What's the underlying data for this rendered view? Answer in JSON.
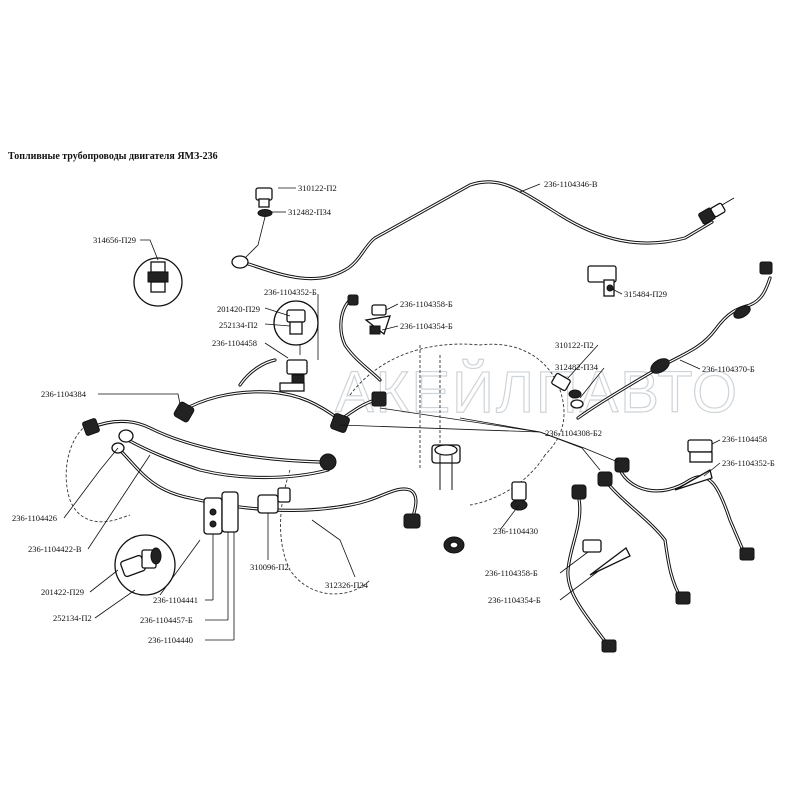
{
  "title": "Топливные трубопроводы двигателя ЯМЗ-236",
  "watermark": "АКЕЙЛПАВТО",
  "labels": {
    "l_310122_top": "310122-П2",
    "l_312482_top": "312482-П34",
    "l_1104346": "236-1104346-В",
    "l_314656": "314656-П29",
    "l_1104352_mid": "236-1104352-Б",
    "l_201420": "201420-П29",
    "l_252134_top": "252134-П2",
    "l_1104358_mid": "236-1104358-Б",
    "l_1104354_mid": "236-1104354-Б",
    "l_1104458_left": "236-1104458",
    "l_315484": "315484-П29",
    "l_310122_right": "310122-П2",
    "l_312482_right": "312482-П34",
    "l_1104370": "236-1104370-Б",
    "l_1104384": "236-1104384",
    "l_1104308": "236-1104308-Б2",
    "l_1104458_right": "236-1104458",
    "l_1104352_right": "236-1104352-Б",
    "l_1104426": "236-1104426",
    "l_1104422": "236-1104422-В",
    "l_1104430": "236-1104430",
    "l_201422": "201422-П29",
    "l_252134_bottom": "252134-П2",
    "l_1104441": "236-1104441",
    "l_1104457": "236-1104457-Б",
    "l_1104440": "236-1104440",
    "l_310096": "310096-П2",
    "l_312326": "312326-П34",
    "l_1104358_bottom": "236-1104358-Б",
    "l_1104354_bottom": "236-1104354-Б"
  }
}
